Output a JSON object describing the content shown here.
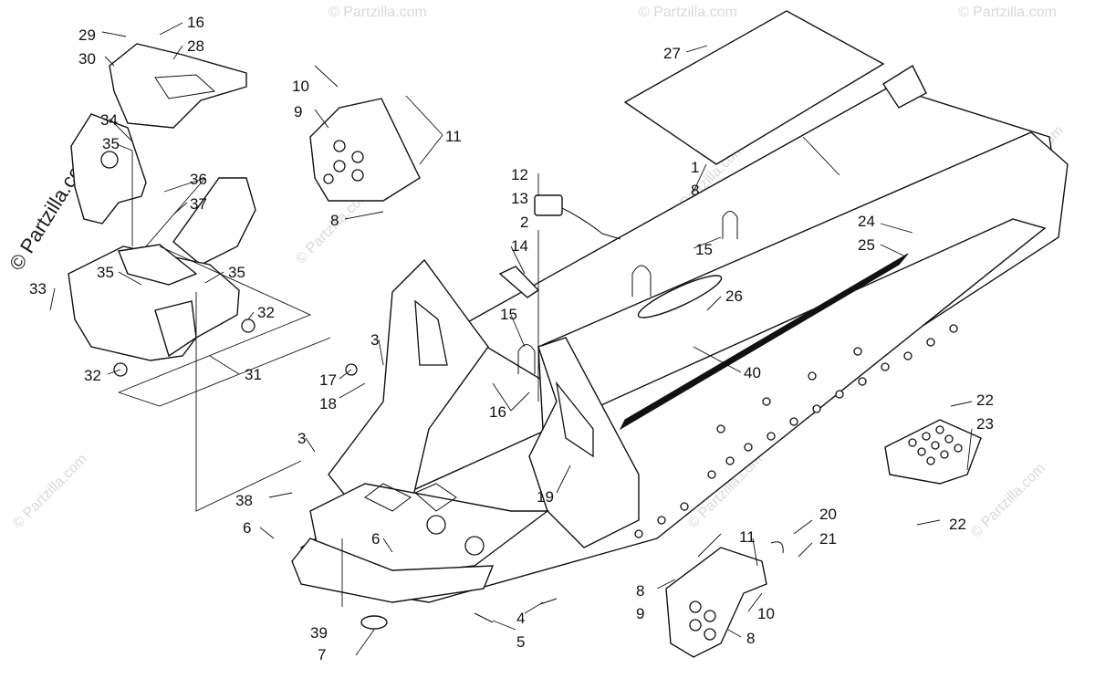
{
  "watermark": {
    "side_text": "© Partzilla.com",
    "tile_text": "© Partzilla.com"
  },
  "callouts": {
    "c1": "1",
    "c2": "2",
    "c3a": "3",
    "c3b": "3",
    "c4": "4",
    "c5": "5",
    "c6a": "6",
    "c6b": "6",
    "c7": "7",
    "c8a": "8",
    "c8b": "8",
    "c8c": "8",
    "c8d": "8",
    "c9a": "9",
    "c9b": "9",
    "c10a": "10",
    "c10b": "10",
    "c11a": "11",
    "c11b": "11",
    "c12": "12",
    "c13": "13",
    "c14": "14",
    "c15a": "15",
    "c15b": "15",
    "c16a": "16",
    "c16b": "16",
    "c17": "17",
    "c18": "18",
    "c19": "19",
    "c20": "20",
    "c21": "21",
    "c22a": "22",
    "c22b": "22",
    "c23": "23",
    "c24": "24",
    "c25": "25",
    "c26": "26",
    "c27": "27",
    "c28": "28",
    "c29": "29",
    "c30": "30",
    "c31": "31",
    "c32a": "32",
    "c32b": "32",
    "c33": "33",
    "c34": "34",
    "c35a": "35",
    "c35b": "35",
    "c35c": "35",
    "c36": "36",
    "c37": "37",
    "c38": "38",
    "c39": "39",
    "c40": "40"
  }
}
